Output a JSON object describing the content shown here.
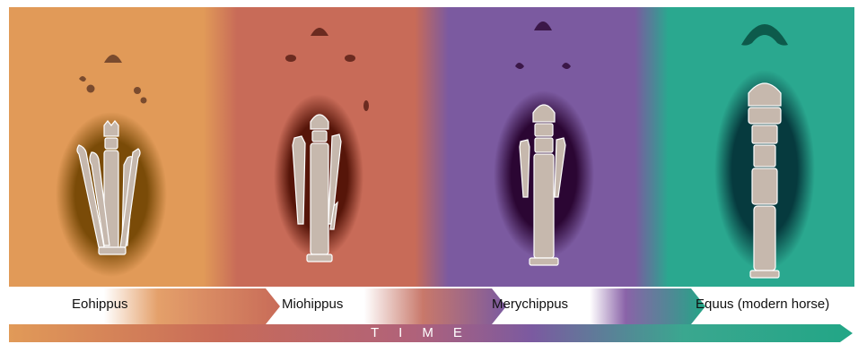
{
  "panels": [
    {
      "name": "Eohippus",
      "bg": "#e19a58",
      "oval": "#7a4b08",
      "hoof": "#7a4b2e"
    },
    {
      "name": "Miohippus",
      "bg": "#c86b58",
      "oval": "#561509",
      "hoof": "#6b2b20"
    },
    {
      "name": "Merychippus",
      "bg": "#7b5aa0",
      "oval": "#2b0633",
      "hoof": "#3b1748"
    },
    {
      "name": "Equus (modern horse)",
      "bg": "#2aa88f",
      "oval": "#063a3e",
      "hoof": "#0d5a4b"
    }
  ],
  "time_label": "TIME",
  "bone_color": "#c6b8ad",
  "arrow_colors": {
    "start": "#ffffff",
    "mid": "#d98455",
    "end": "#22a686"
  }
}
